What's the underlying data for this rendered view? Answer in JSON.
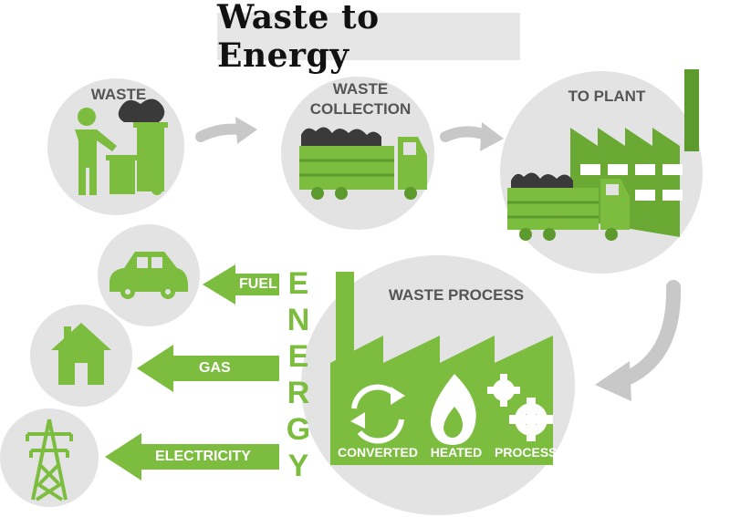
{
  "title": "Waste to Energy",
  "stages": {
    "waste": "WASTE",
    "collection_line1": "WASTE",
    "collection_line2": "COLLECTION",
    "to_plant": "TO PLANT",
    "process": "WASTE PROCESS"
  },
  "steps": [
    "CONVERTED",
    "HEATED",
    "PROCESSED"
  ],
  "energy_letters": [
    "E",
    "N",
    "E",
    "R",
    "G",
    "Y"
  ],
  "outputs": {
    "fuel": "FUEL",
    "gas": "GAS",
    "electricity": "ELECTRICITY"
  },
  "colors": {
    "green": "#7cbd3f",
    "dark_green": "#5d9a2e",
    "circle": "#e3e3e3",
    "arrow_gray": "#c8c8c8"
  },
  "icons": [
    "person-throwing-trash-icon",
    "garbage-truck-icon",
    "factory-icon",
    "recycle-icon",
    "flame-icon",
    "gears-icon",
    "car-icon",
    "house-icon",
    "power-tower-icon"
  ]
}
